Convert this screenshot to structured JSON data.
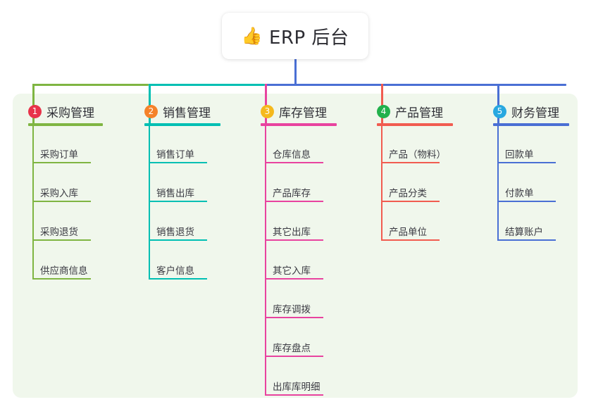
{
  "root": {
    "icon": "thumbs-up-icon",
    "emoji": "👍",
    "label": "ERP 后台"
  },
  "palette": {
    "canvas_bg": "#f0f7ec",
    "page_bg": "#ffffff",
    "card_bg": "#ffffff",
    "text": "#2f2f36",
    "green": "#7fb542",
    "teal": "#00bfb3",
    "magenta": "#e8439f",
    "red": "#f15c50",
    "blue": "#4a6fd4",
    "badge1": "#e8334a",
    "badge2": "#f5822a",
    "badge3": "#f5b91d",
    "badge4": "#22b14c",
    "badge5": "#28a8e0"
  },
  "columns": [
    {
      "number": "1",
      "title": "采购管理",
      "line_color": "#7fb542",
      "badge_color": "#e8334a",
      "items": [
        {
          "label": "采购订单"
        },
        {
          "label": "采购入库"
        },
        {
          "label": "采购退货"
        },
        {
          "label": "供应商信息"
        }
      ]
    },
    {
      "number": "2",
      "title": "销售管理",
      "line_color": "#00bfb3",
      "badge_color": "#f5822a",
      "items": [
        {
          "label": "销售订单"
        },
        {
          "label": "销售出库"
        },
        {
          "label": "销售退货"
        },
        {
          "label": "客户信息"
        }
      ]
    },
    {
      "number": "3",
      "title": "库存管理",
      "line_color": "#e8439f",
      "badge_color": "#f5b91d",
      "items": [
        {
          "label": "仓库信息"
        },
        {
          "label": "产品库存"
        },
        {
          "label": "其它出库"
        },
        {
          "label": "其它入库"
        },
        {
          "label": "库存调拨"
        },
        {
          "label": "库存盘点"
        },
        {
          "label": "出库库明细"
        }
      ]
    },
    {
      "number": "4",
      "title": "产品管理",
      "line_color": "#f15c50",
      "badge_color": "#22b14c",
      "items": [
        {
          "label": "产品（物料）"
        },
        {
          "label": "产品分类"
        },
        {
          "label": "产品单位"
        }
      ]
    },
    {
      "number": "5",
      "title": "财务管理",
      "line_color": "#4a6fd4",
      "badge_color": "#28a8e0",
      "items": [
        {
          "label": "回款单"
        },
        {
          "label": "付款单"
        },
        {
          "label": "结算账户"
        }
      ]
    }
  ]
}
